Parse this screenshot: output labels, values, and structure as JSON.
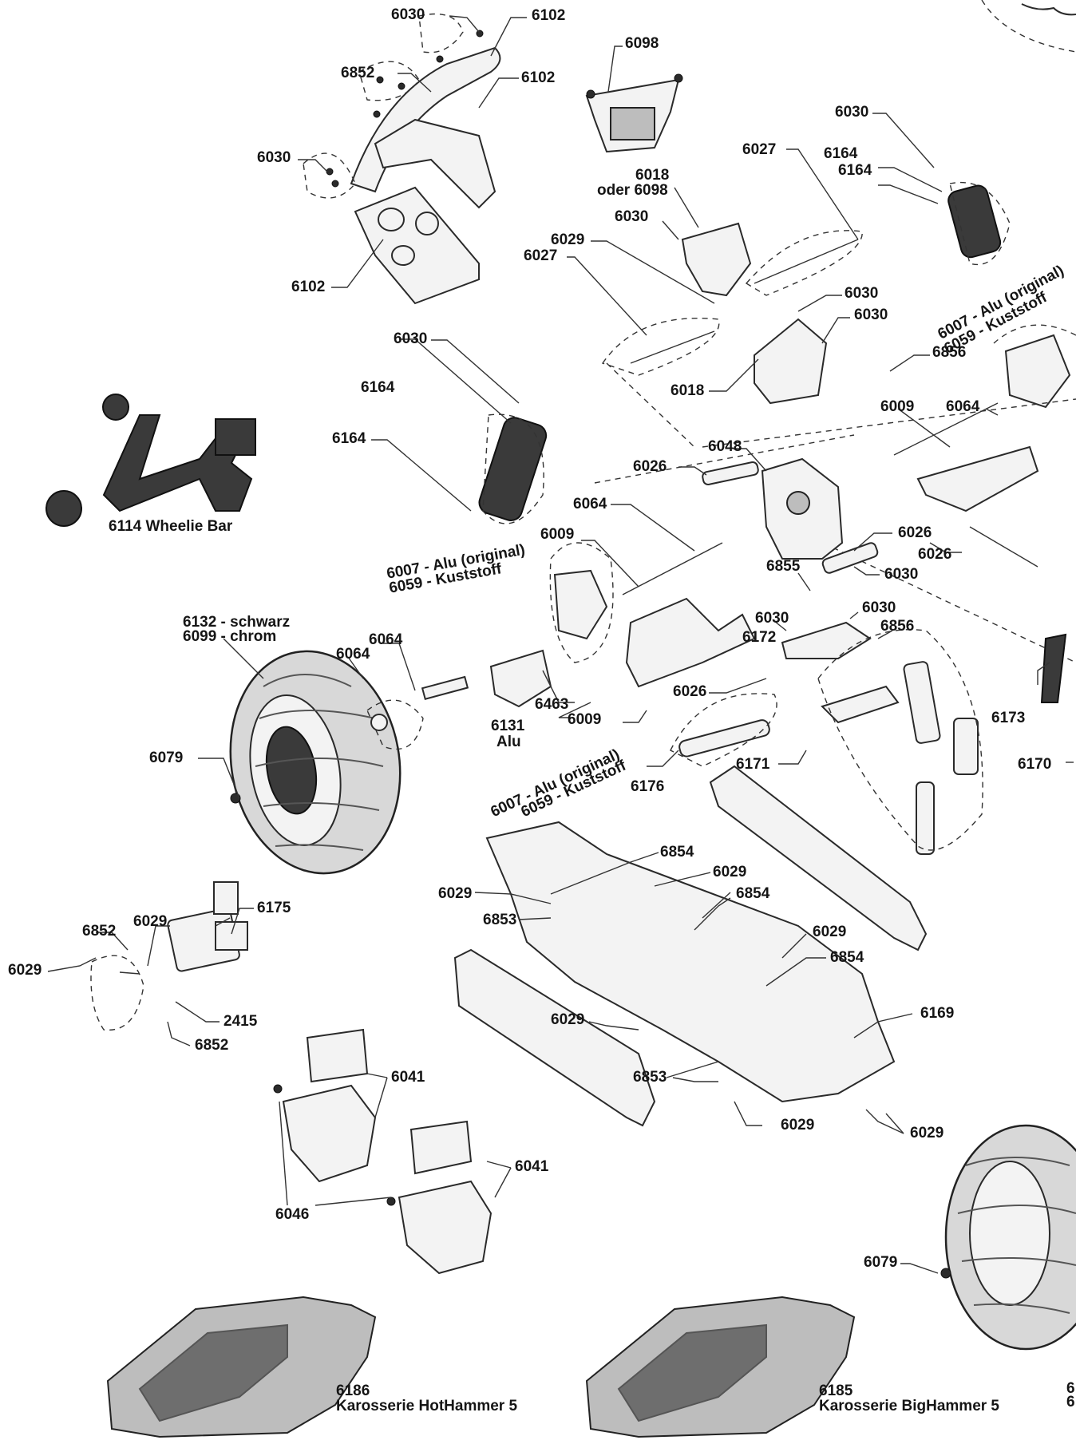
{
  "diagram": {
    "labels": {
      "l6030_top": "6030",
      "l6102_a": "6102",
      "l6852_top": "6852",
      "l6102_b": "6102",
      "l6098": "6098",
      "l6030_b": "6030",
      "l6102_c": "6102",
      "l6030_right1": "6030",
      "l6027_a": "6027",
      "l6164_r1": "6164",
      "l6164_r2": "6164",
      "l6018_a": "6018",
      "l_oder6098": "oder 6098",
      "l6030_c": "6030",
      "l6029_a": "6029",
      "l6027_b": "6027",
      "l6030_d": "6030",
      "l6030_e": "6030",
      "l6856_a": "6856",
      "l6018_b": "6018",
      "l6009_r": "6009",
      "l6064_r": "6064",
      "l6030_f": "6030",
      "l6164_m1": "6164",
      "l6164_m2": "6164",
      "l6048": "6048",
      "l6026_a": "6026",
      "l6064_m": "6064",
      "l6009_m": "6009",
      "l6026_b": "6026",
      "l6026_c": "6026",
      "l6030_g": "6030",
      "l6855": "6855",
      "l6030_h": "6030",
      "l6030_i": "6030",
      "l6172": "6172",
      "l6856_b": "6856",
      "l6132": "6132 - schwarz",
      "l6099": "6099 - chrom",
      "l6064_w1": "6064",
      "l6064_w2": "6064",
      "l6463": "6463",
      "l6026_d": "6026",
      "l6173": "6173",
      "l6131": "6131",
      "l_alu": "Alu",
      "l6009_b": "6009",
      "l6079_a": "6079",
      "l6171": "6171",
      "l6170": "6170",
      "l6176": "6176",
      "l6854_a": "6854",
      "l6029_b": "6029",
      "l6029_c": "6029",
      "l6854_b": "6854",
      "l6853_a": "6853",
      "l6175": "6175",
      "l6852_b": "6852",
      "l6029_d": "6029",
      "l6029_e": "6029",
      "l6029_f": "6029",
      "l6854_c": "6854",
      "l2415": "2415",
      "l6852_c": "6852",
      "l6029_g": "6029",
      "l6169": "6169",
      "l6041_a": "6041",
      "l6853_b": "6853",
      "l6029_h": "6029",
      "l6029_i": "6029",
      "l6041_b": "6041",
      "l6046": "6046",
      "l6079_b": "6079",
      "l6114": "6114 Wheelie Bar",
      "l6186": "6186",
      "l6186_name": "Karosserie HotHammer 5",
      "l6185": "6185",
      "l6185_name": "Karosserie BigHammer 5",
      "l_edge6a": "6",
      "l_edge6b": "6"
    },
    "rotated_labels": {
      "r_top_1": "6007 - Alu (original)",
      "r_top_2": "6059 - Kuststoff",
      "r_mid_1": "6007 - Alu (original)",
      "r_mid_2": "6059 - Kuststoff",
      "r_bot_1": "6007 - Alu (original)",
      "r_bot_2": "6059 - Kuststoff"
    }
  }
}
